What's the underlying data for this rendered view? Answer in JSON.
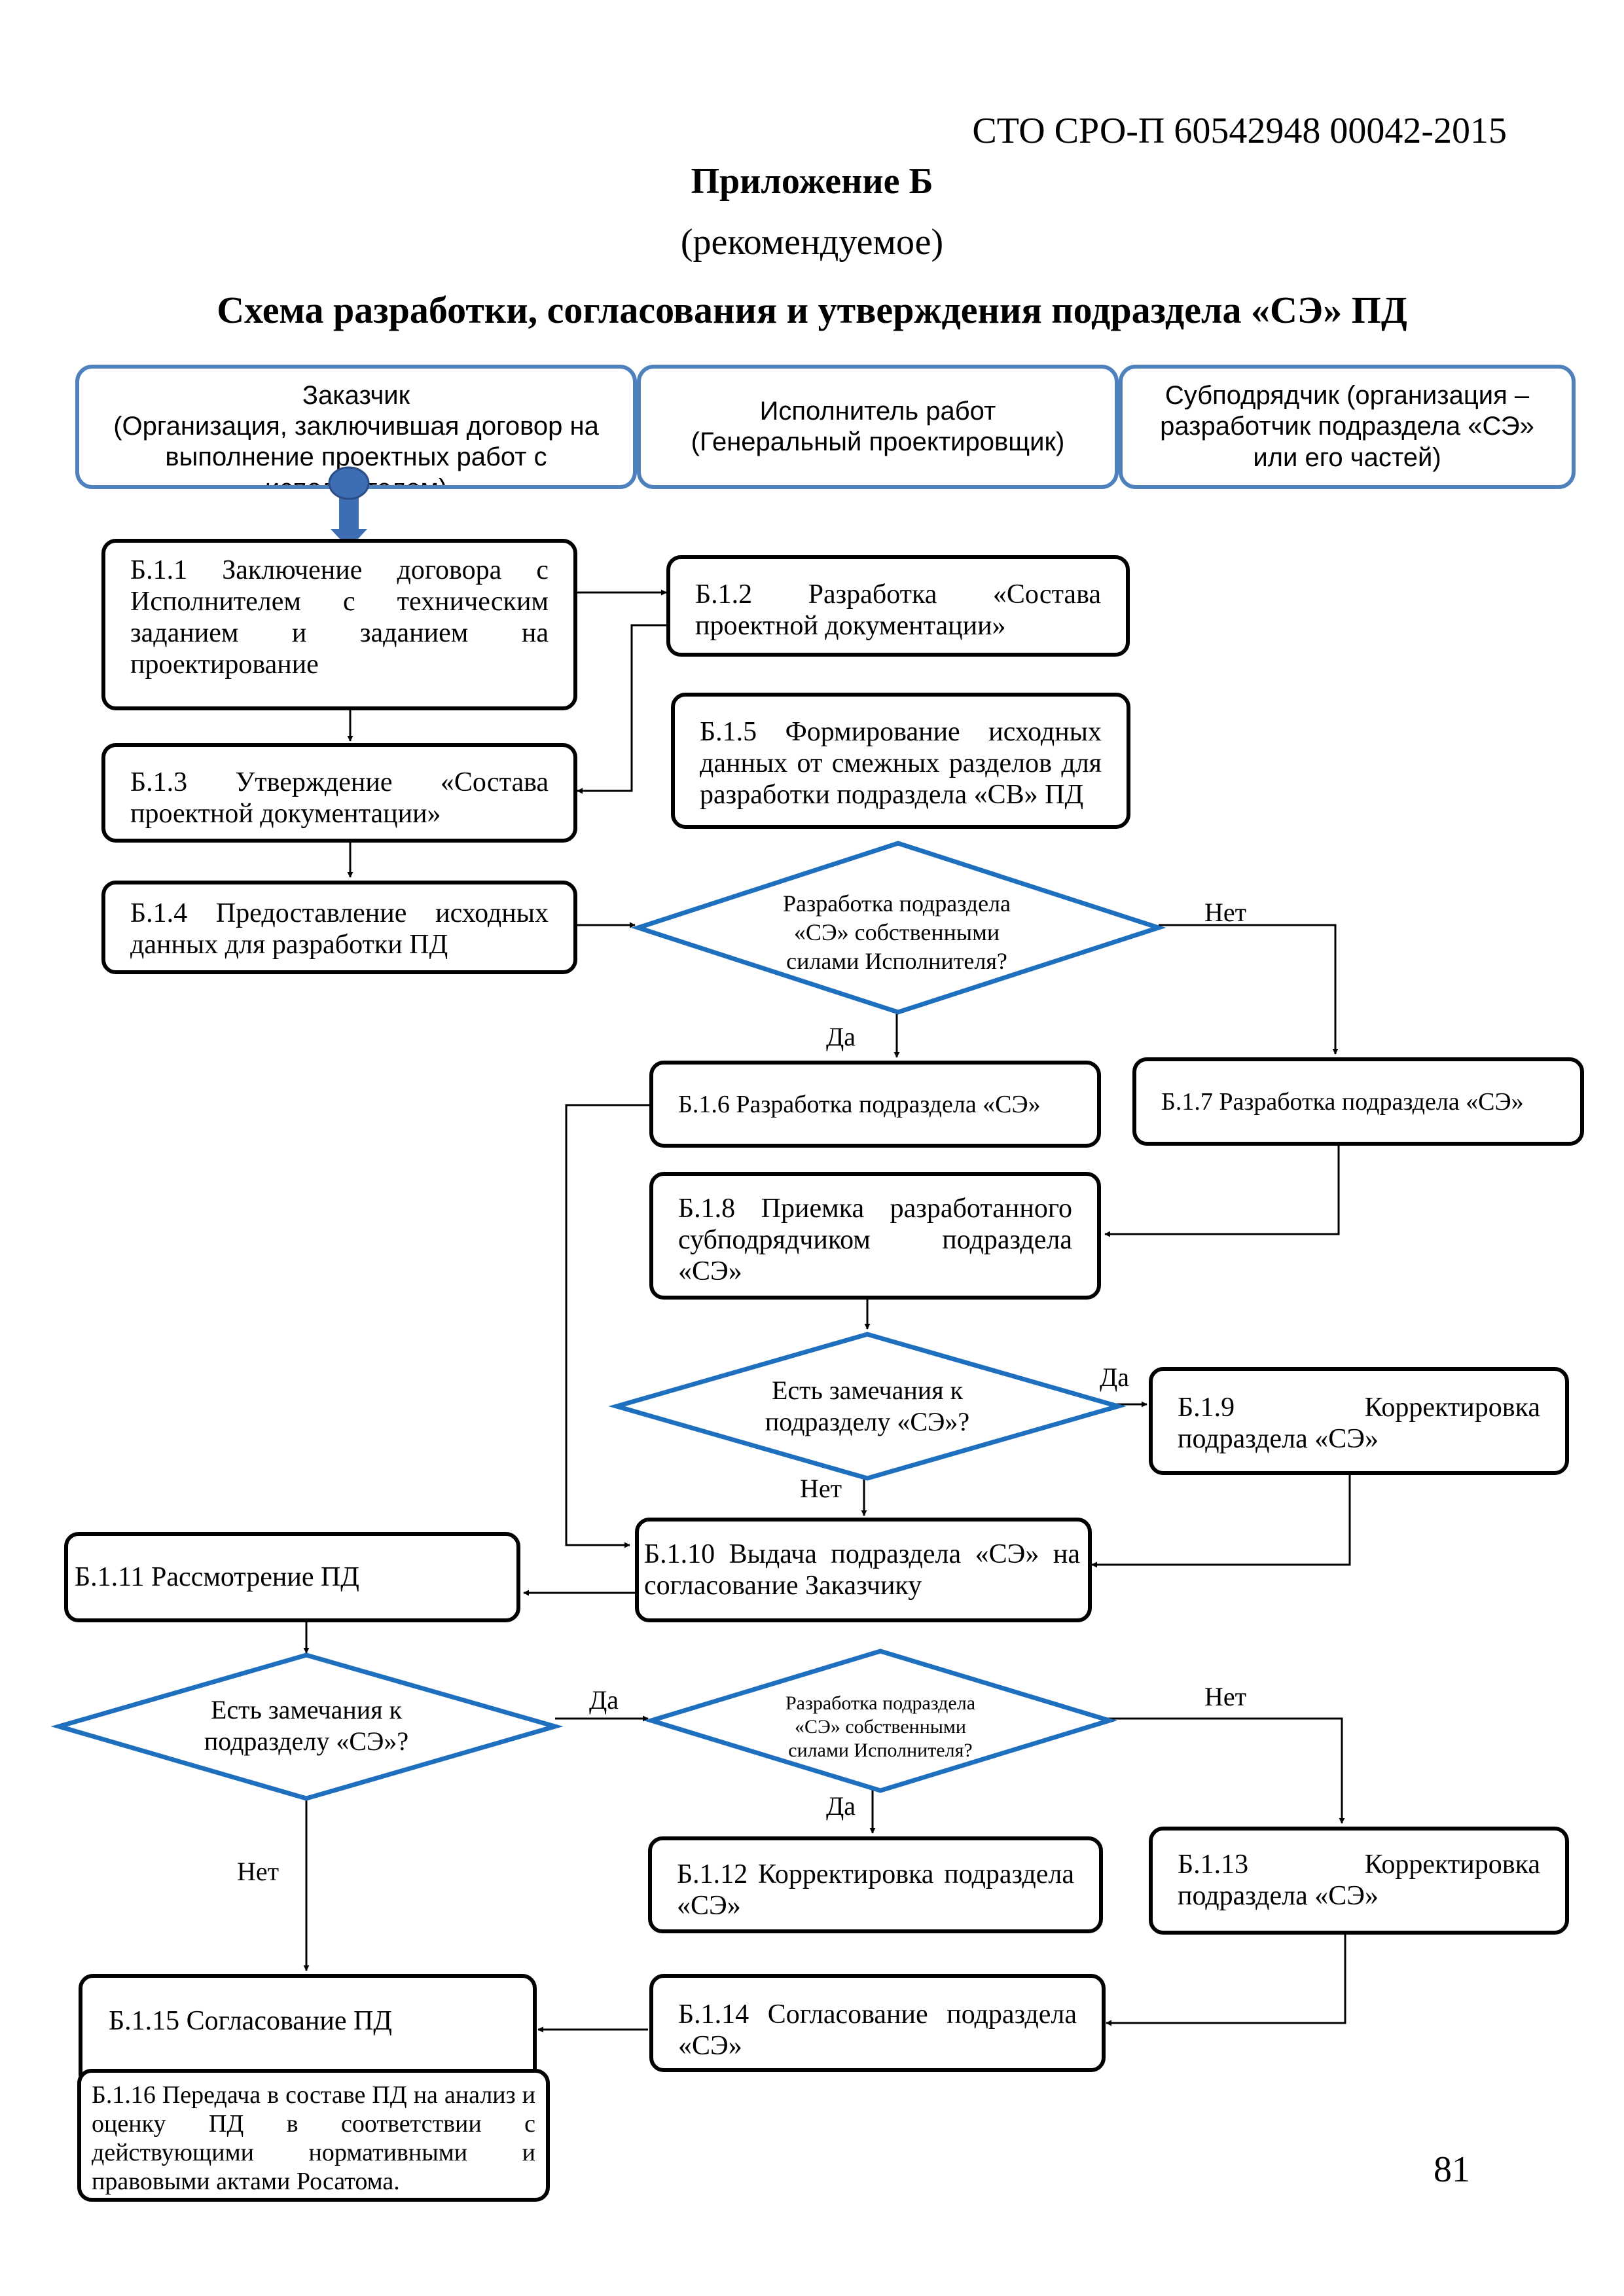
{
  "header": {
    "doc_code": "СТО СРО-П 60542948 00042-2015",
    "appendix": "Приложение Б",
    "recommended": "(рекомендуемое)",
    "title": "Схема разработки, согласования и утверждения подраздела «СЭ» ПД"
  },
  "lanes": {
    "customer": "Заказчик\n(Организация, заключившая договор на\nвыполнение проектных работ с\nисполнителем)",
    "contractor": "Исполнитель работ\n(Генеральный проектировщик)",
    "subcontractor": "Субподрядчик (организация –\nразработчик подраздела «СЭ»\nили его частей)"
  },
  "steps": {
    "b1_1": "Б.1.1 Заключение договора с Исполнителем с техническим заданием и заданием на проектирование",
    "b1_2": "Б.1.2 Разработка «Состава проектной документации»",
    "b1_3": "Б.1.3 Утверждение «Состава проектной документации»",
    "b1_4": "Б.1.4 Предоставление исходных данных для разработки ПД",
    "b1_5": "Б.1.5 Формирование исходных данных от смежных разделов для разработки подраздела «СВ» ПД",
    "b1_6": "Б.1.6 Разработка подраздела «СЭ»",
    "b1_7": "Б.1.7 Разработка подраздела «СЭ»",
    "b1_8": "Б.1.8 Приемка разработанного субподрядчиком подраздела «СЭ»",
    "b1_9": "Б.1.9 Корректировка подраздела «СЭ»",
    "b1_10": "Б.1.10 Выдача подраздела «СЭ» на согласование Заказчику",
    "b1_11": "Б.1.11 Рассмотрение ПД",
    "b1_12": "Б.1.12 Корректировка подраздела «СЭ»",
    "b1_13": "Б.1.13 Корректировка подраздела «СЭ»",
    "b1_14": "Б.1.14 Согласование подраздела «СЭ»",
    "b1_15": "Б.1.15 Согласование ПД",
    "b1_16": "Б.1.16 Передача в составе ПД на анализ и оценку ПД в соответствии с действующими нормативными и правовыми актами Росатома."
  },
  "decisions": {
    "d1": "Разработка подраздела\n«СЭ» собственными\nсилами Исполнителя?",
    "d2": "Есть замечания к\nподразделу «СЭ»?",
    "d3": "Есть замечания к\nподразделу «СЭ»?",
    "d4": "Разработка подраздела\n«СЭ» собственными\nсилами Исполнителя?"
  },
  "labels": {
    "yes": "Да",
    "no": "Нет"
  },
  "colors": {
    "lane_border": "#4f81bd",
    "diamond_border": "#1f6fbf",
    "start_arrow": "#3d6db3"
  },
  "page_number": "81"
}
